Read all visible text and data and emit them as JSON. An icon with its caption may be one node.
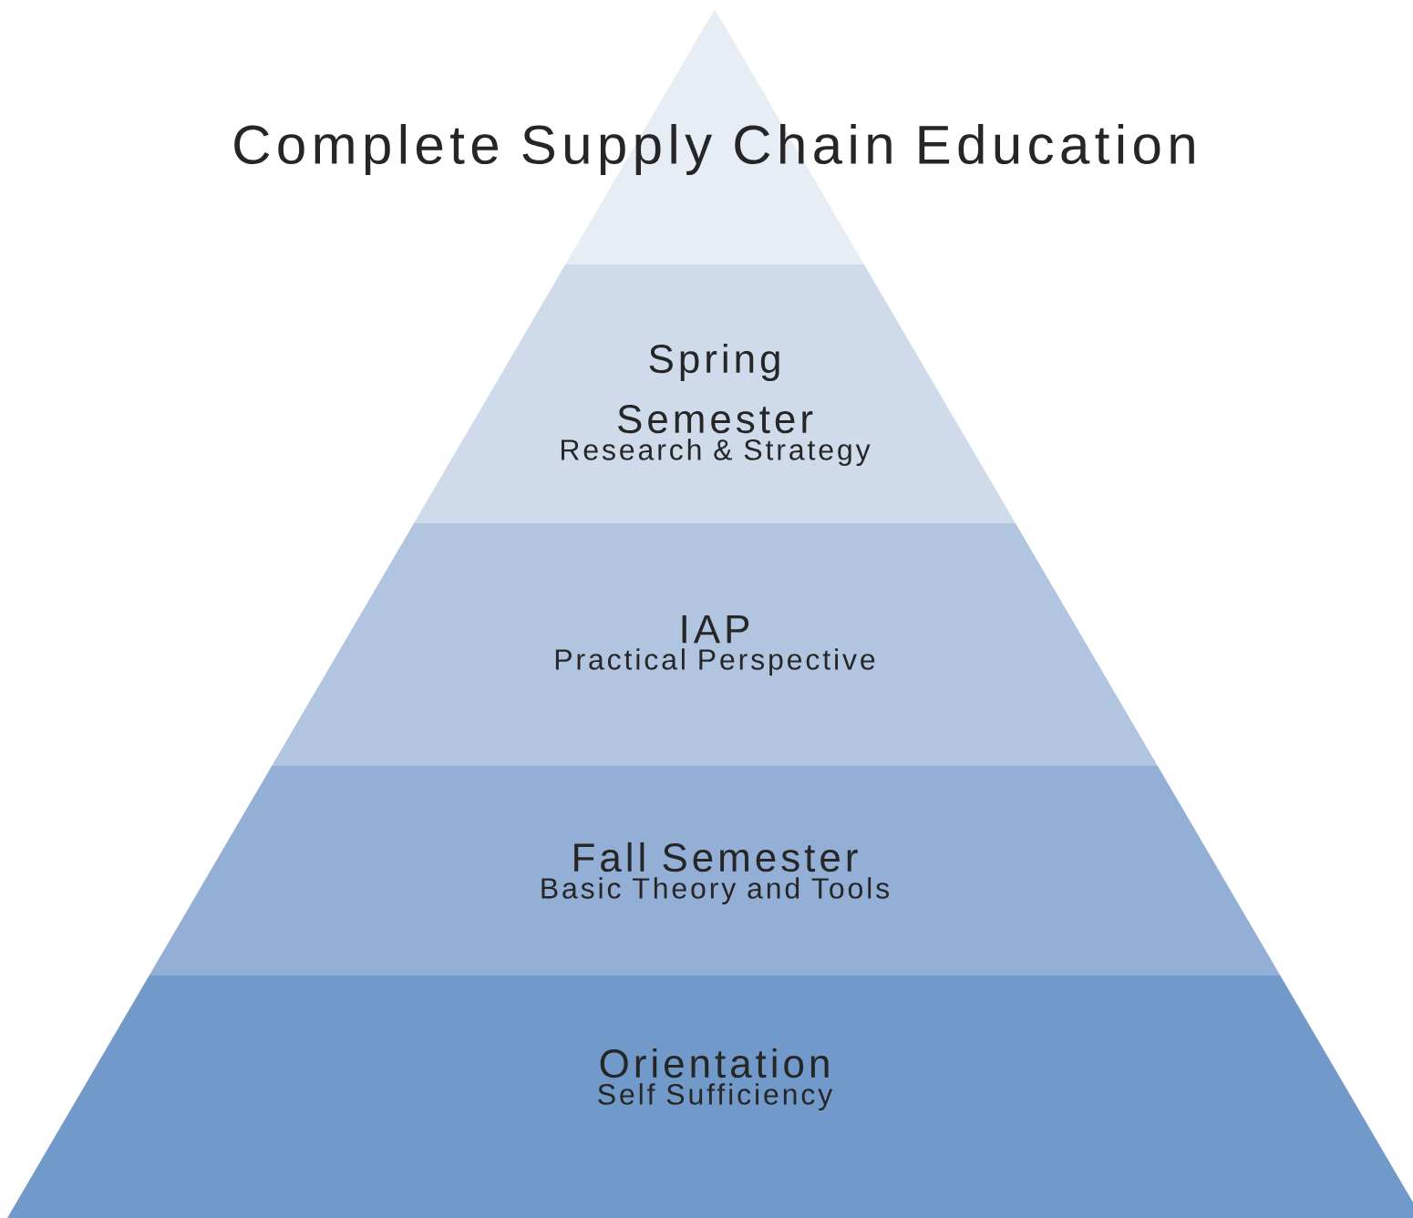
{
  "diagram": {
    "nodes": [
      {
        "text": [
          "Complete Supply Chain Education"
        ]
      },
      {
        "text": [
          "Spring Semester",
          "Research & Strategy"
        ]
      },
      {
        "text": [
          "IAP",
          "Practical Perspective"
        ]
      },
      {
        "text": [
          "Fall Semester",
          "Basic Theory and Tools"
        ]
      },
      {
        "text": [
          "Orientation",
          "Self Sufficiency"
        ]
      }
    ]
  }
}
